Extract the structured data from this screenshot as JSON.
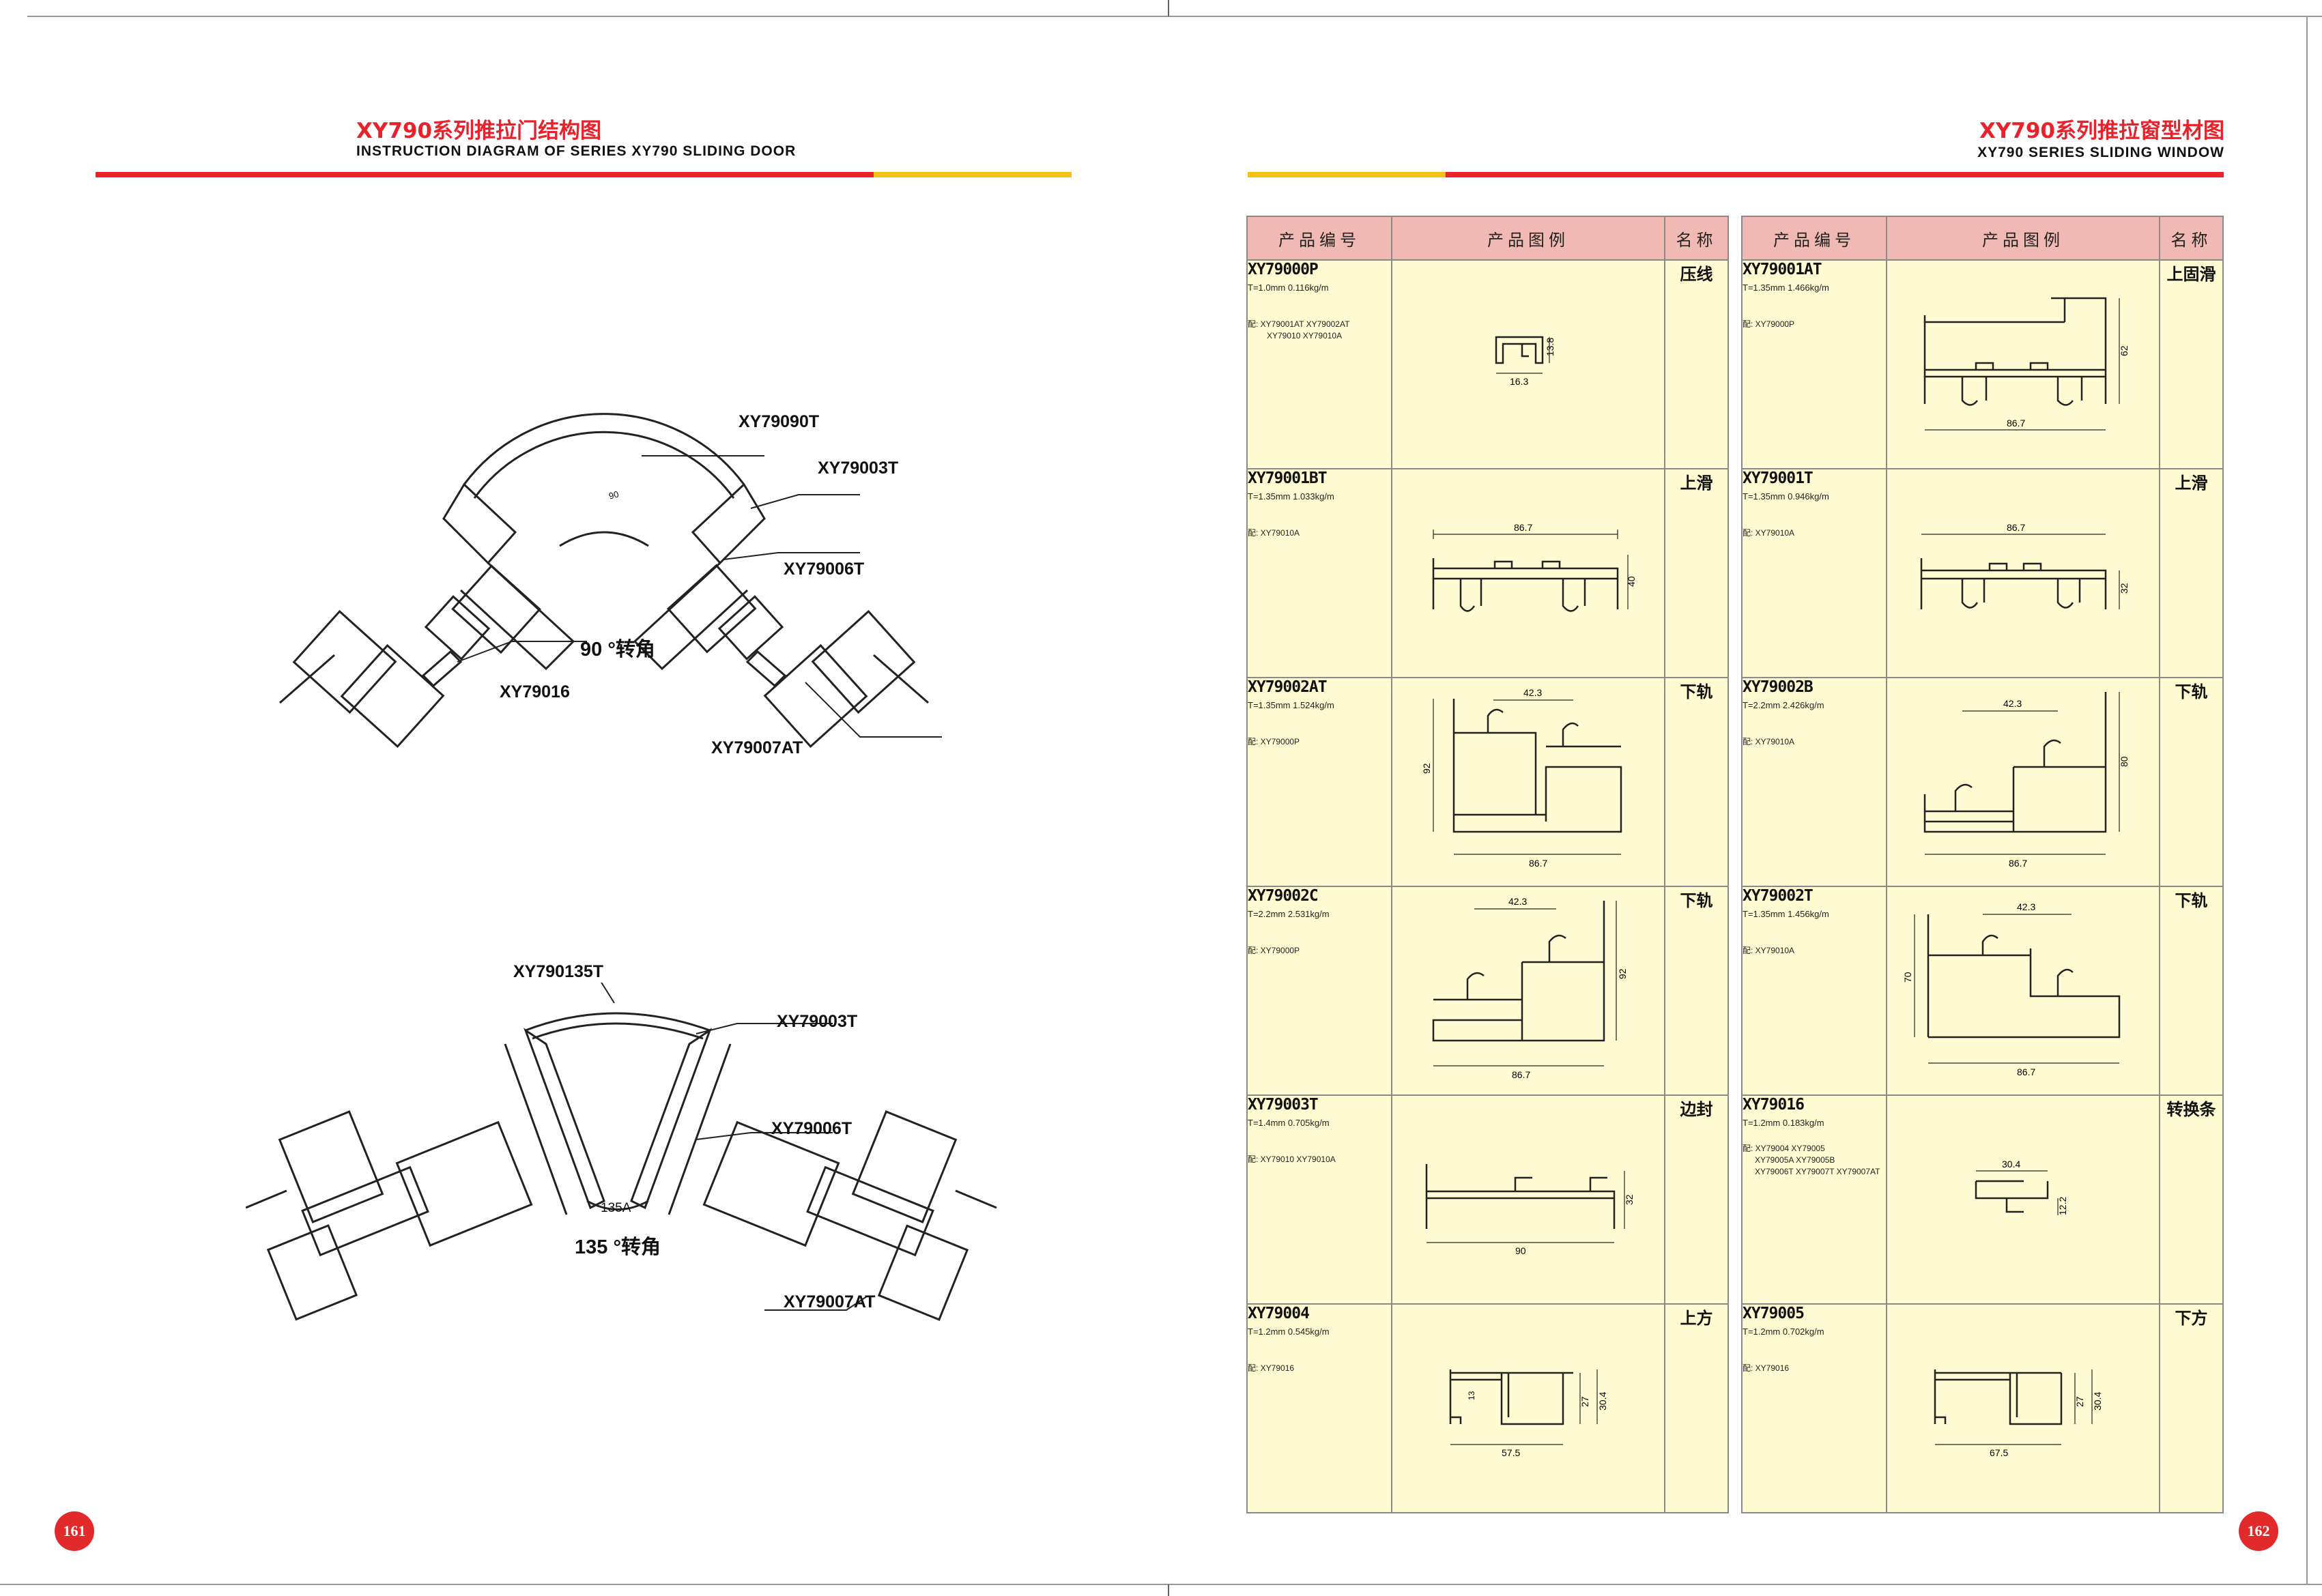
{
  "left_page": {
    "title_cn": "XY790系列推拉门结构图",
    "title_en": "INSTRUCTION DIAGRAM OF SERIES XY790 SLIDING DOOR",
    "page_number": "161",
    "corner_90": {
      "caption": "90 °转角",
      "angle_mark": "90",
      "labels": [
        "XY79090T",
        "XY79003T",
        "XY79006T",
        "XY79016",
        "XY79007AT"
      ]
    },
    "corner_135": {
      "caption": "135 °转角",
      "angle_mark": "135A",
      "labels": [
        "XY790135T",
        "XY79003T",
        "XY79006T",
        "XY79007AT"
      ]
    }
  },
  "right_page": {
    "title_cn": "XY790系列推拉窗型材图",
    "title_en": "XY790 SERIES SLIDING WINDOW",
    "page_number": "162",
    "columns": [
      "产品编号",
      "产品图例",
      "名称"
    ],
    "left_table": [
      {
        "code": "XY79000P",
        "spec": "T=1.0mm  0.116kg/m",
        "compat": [
          "配: XY79001AT XY79002AT",
          "XY79010 XY79010A"
        ],
        "name": "压线",
        "dims": [
          "16.3",
          "13.8"
        ]
      },
      {
        "code": "XY79001BT",
        "spec": "T=1.35mm  1.033kg/m",
        "compat": [
          "配: XY79010A"
        ],
        "name": "上滑",
        "dims": [
          "86.7",
          "40"
        ]
      },
      {
        "code": "XY79002AT",
        "spec": "T=1.35mm  1.524kg/m",
        "compat": [
          "配: XY79000P"
        ],
        "name": "下轨",
        "dims": [
          "42.3",
          "92",
          "86.7"
        ]
      },
      {
        "code": "XY79002C",
        "spec": "T=2.2mm  2.531kg/m",
        "compat": [
          "配: XY79000P"
        ],
        "name": "下轨",
        "dims": [
          "42.3",
          "92",
          "86.7"
        ]
      },
      {
        "code": "XY79003T",
        "spec": "T=1.4mm  0.705kg/m",
        "compat": [
          "配: XY79010 XY79010A"
        ],
        "name": "边封",
        "dims": [
          "32",
          "90"
        ]
      },
      {
        "code": "XY79004",
        "spec": "T=1.2mm  0.545kg/m",
        "compat": [
          "配: XY79016"
        ],
        "name": "上方",
        "dims": [
          "13",
          "27",
          "30.4",
          "57.5"
        ]
      }
    ],
    "right_table": [
      {
        "code": "XY79001AT",
        "spec": "T=1.35mm  1.466kg/m",
        "compat": [
          "配: XY79000P"
        ],
        "name": "上固滑",
        "dims": [
          "62",
          "86.7"
        ]
      },
      {
        "code": "XY79001T",
        "spec": "T=1.35mm  0.946kg/m",
        "compat": [
          "配: XY79010A"
        ],
        "name": "上滑",
        "dims": [
          "86.7",
          "32"
        ]
      },
      {
        "code": "XY79002B",
        "spec": "T=2.2mm  2.426kg/m",
        "compat": [
          "配: XY79010A"
        ],
        "name": "下轨",
        "dims": [
          "42.3",
          "80",
          "86.7"
        ]
      },
      {
        "code": "XY79002T",
        "spec": "T=1.35mm  1.456kg/m",
        "compat": [
          "配: XY79010A"
        ],
        "name": "下轨",
        "dims": [
          "42.3",
          "70",
          "86.7"
        ]
      },
      {
        "code": "XY79016",
        "spec": "T=1.2mm  0.183kg/m",
        "compat": [
          "配: XY79004 XY79005",
          "XY79005A XY79005B",
          "XY79006T XY79007T XY79007AT"
        ],
        "name": "转换条",
        "dims": [
          "30.4",
          "12.2"
        ]
      },
      {
        "code": "XY79005",
        "spec": "T=1.2mm  0.702kg/m",
        "compat": [
          "配: XY79016"
        ],
        "name": "下方",
        "dims": [
          "27",
          "30.4",
          "67.5"
        ]
      }
    ]
  },
  "colors": {
    "accent_red": "#e8212a",
    "accent_yellow": "#f3c215",
    "header_pink": "#f1b9b3",
    "cell_cream": "#fefbd2",
    "badge_red": "#e32a2a"
  }
}
